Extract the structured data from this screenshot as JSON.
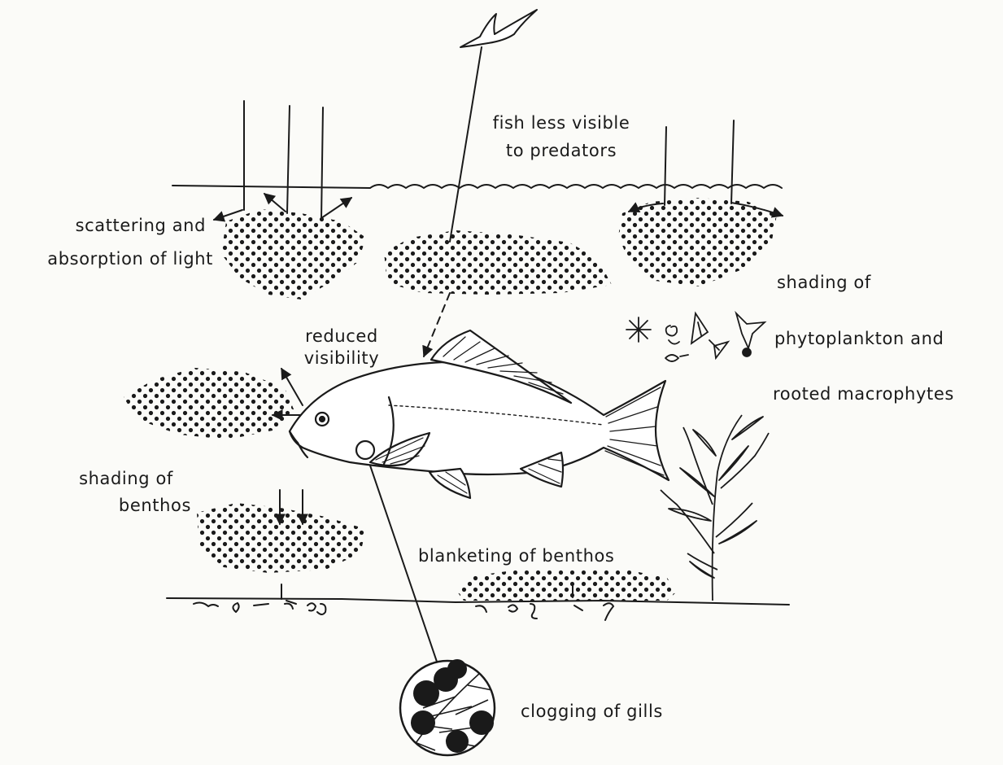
{
  "labels": {
    "fish_less_visible_1": "fish less visible",
    "fish_less_visible_2": "to predators",
    "scattering_1": "scattering and",
    "scattering_2": "absorption of light",
    "shading_phyto_1": "shading of",
    "shading_phyto_2": "phytoplankton and",
    "shading_phyto_3": "rooted macrophytes",
    "reduced_visibility_1": "reduced",
    "reduced_visibility_2": "visibility",
    "shading_benthos_1": "shading of",
    "shading_benthos_2": "benthos",
    "blanketing": "blanketing of benthos",
    "clogging": "clogging of gills"
  },
  "colors": {
    "background": "#fbfbf8",
    "ink": "#1a1a1a",
    "dots": "#1a1a1a"
  }
}
